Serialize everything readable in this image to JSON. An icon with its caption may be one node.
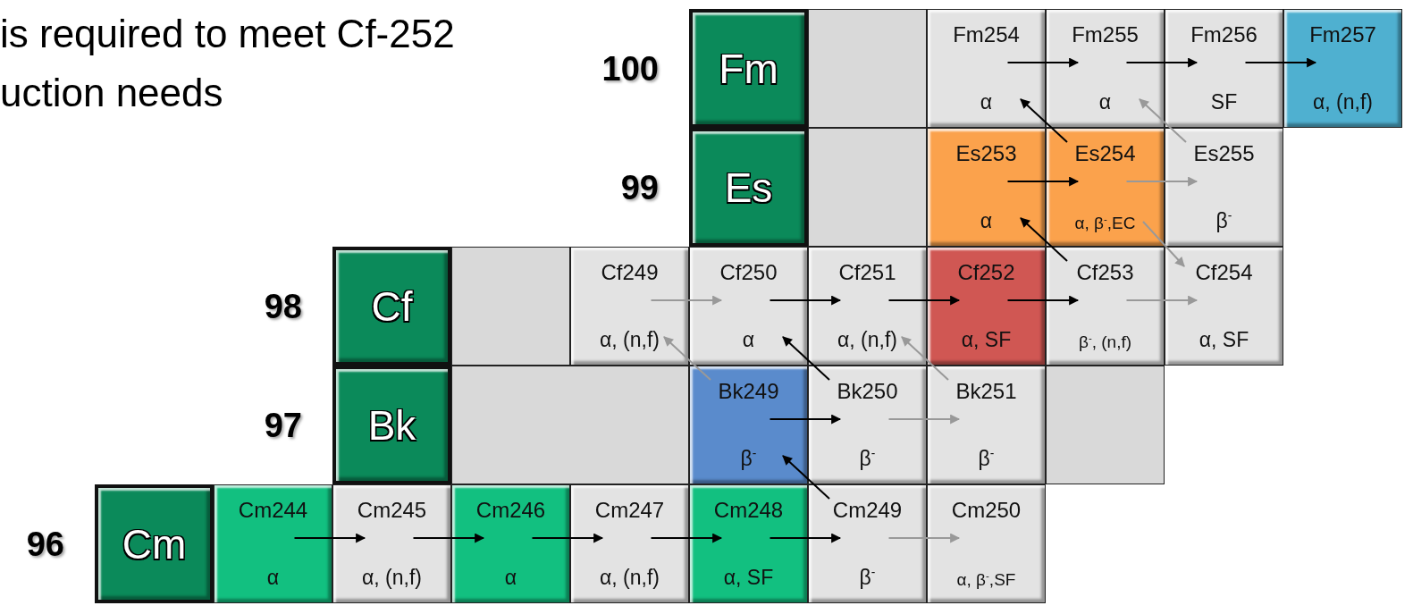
{
  "diagram": {
    "nodes": [
      {
        "text": [
          "Fm"
        ]
      },
      {
        "text": [],
        "shape": "box"
      },
      {
        "text": [
          "Fm254",
          "α"
        ]
      },
      {
        "text": [
          "Fm255",
          "α"
        ]
      },
      {
        "text": [
          "Fm256",
          "SF"
        ]
      },
      {
        "text": [
          "Fm257",
          "α, (n,f)"
        ]
      },
      {
        "text": [
          "Es"
        ]
      },
      {
        "text": [],
        "shape": "box"
      },
      {
        "text": [
          "Es253",
          "α"
        ]
      },
      {
        "text": [
          "Es254",
          "α, β$^{-}$,EC"
        ]
      },
      {
        "text": [
          "Es255",
          "β$^{-}$"
        ]
      },
      {
        "text": [
          "Cf"
        ]
      },
      {
        "text": [],
        "shape": "box"
      },
      {
        "text": [
          "Cf249",
          "α, (n,f)"
        ]
      },
      {
        "text": [
          "Cf250",
          "α"
        ]
      },
      {
        "text": [
          "Cf251",
          "α, (n,f)"
        ]
      },
      {
        "text": [
          "Cf252",
          "α, SF"
        ]
      },
      {
        "text": [
          "Cf253",
          "β$^{-}$, (n,f)"
        ]
      },
      {
        "text": [
          "Cf254",
          "α, SF"
        ]
      },
      {
        "text": [
          "Bk"
        ]
      },
      {
        "text": [],
        "shape": "box"
      },
      {
        "text": [
          "Bk249",
          "β$^{-}$"
        ]
      },
      {
        "text": [
          "Bk250",
          "β$^{-}$"
        ]
      },
      {
        "text": [
          "Bk251",
          "β$^{-}$"
        ]
      },
      {
        "text": [],
        "shape": "box"
      },
      {
        "text": [
          "Cm"
        ]
      },
      {
        "text": [
          "Cm244",
          "α"
        ]
      },
      {
        "text": [
          "Cm245",
          "α, (n,f)"
        ]
      },
      {
        "text": [
          "Cm246",
          "α"
        ]
      },
      {
        "text": [
          "Cm247",
          "α, (n,f)"
        ]
      },
      {
        "text": [
          "Cm248",
          "α, SF"
        ]
      },
      {
        "text": [
          "Cm249",
          "β$^{-}$"
        ]
      },
      {
        "text": [
          "Cm250",
          "α, β$^{-}$,SF"
        ]
      }
    ],
    "edges": [
      {
        "from": 2,
        "to": 3,
        "arrow": "to"
      },
      {
        "from": 3,
        "to": 4,
        "arrow": "to"
      },
      {
        "from": 4,
        "to": 5,
        "arrow": "to"
      },
      {
        "from": 9,
        "to": 2,
        "arrow": "to"
      },
      {
        "from": 10,
        "to": 3,
        "arrow": "to",
        "color": "#999999"
      },
      {
        "from": 8,
        "to": 9,
        "arrow": "to"
      },
      {
        "from": 9,
        "to": 10,
        "arrow": "to",
        "color": "#999999"
      },
      {
        "from": 17,
        "to": 8,
        "arrow": "to"
      },
      {
        "from": 9,
        "to": 18,
        "arrow": "to",
        "color": "#999999"
      },
      {
        "from": 13,
        "to": 14,
        "arrow": "to",
        "color": "#999999"
      },
      {
        "from": 14,
        "to": 15,
        "arrow": "to"
      },
      {
        "from": 15,
        "to": 16,
        "arrow": "to"
      },
      {
        "from": 16,
        "to": 17,
        "arrow": "to"
      },
      {
        "from": 17,
        "to": 18,
        "arrow": "to",
        "color": "#999999"
      },
      {
        "from": 21,
        "to": 13,
        "arrow": "to",
        "color": "#999999"
      },
      {
        "from": 22,
        "to": 14,
        "arrow": "to"
      },
      {
        "from": 23,
        "to": 15,
        "arrow": "to",
        "color": "#999999"
      },
      {
        "from": 21,
        "to": 22,
        "arrow": "to"
      },
      {
        "from": 22,
        "to": 23,
        "arrow": "to",
        "color": "#999999"
      },
      {
        "from": 31,
        "to": 21,
        "arrow": "to"
      },
      {
        "from": 26,
        "to": 27,
        "arrow": "to"
      },
      {
        "from": 27,
        "to": 28,
        "arrow": "to"
      },
      {
        "from": 28,
        "to": 29,
        "arrow": "to"
      },
      {
        "from": 29,
        "to": 30,
        "arrow": "to"
      },
      {
        "from": 30,
        "to": 31,
        "arrow": "to"
      },
      {
        "from": 31,
        "to": 32,
        "arrow": "to",
        "color": "#999999"
      }
    ],
    "labels": [
      "is required to meet Cf-252",
      "uction needs",
      "100",
      "99",
      "98",
      "97",
      "96"
    ]
  }
}
